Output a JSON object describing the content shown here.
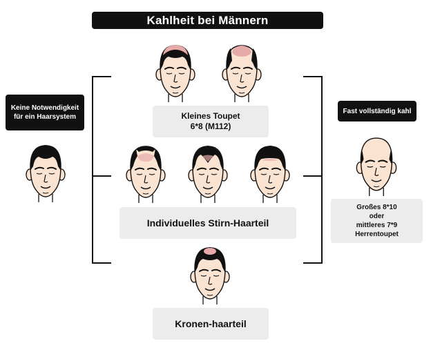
{
  "title": "Kahlheit bei Männern",
  "left_label": [
    "Keine Notwendigkeit",
    "für ein Haarsystem"
  ],
  "right_label": "Fast vollständig kahl",
  "small_toupee": [
    "Kleines Toupet",
    "6*8 (M112)"
  ],
  "frontal": "Individuelles Stirn-Haarteil",
  "crown": "Kronen-haarteil",
  "large_toupee": [
    "Großes 8*10",
    "oder",
    "mittleres 7*9",
    "Herrentoupet"
  ],
  "colors": {
    "hair": "#111111",
    "skin": "#fbe3d1",
    "bald_patch": "#e6aaa8",
    "box_grey": "#ececec"
  }
}
